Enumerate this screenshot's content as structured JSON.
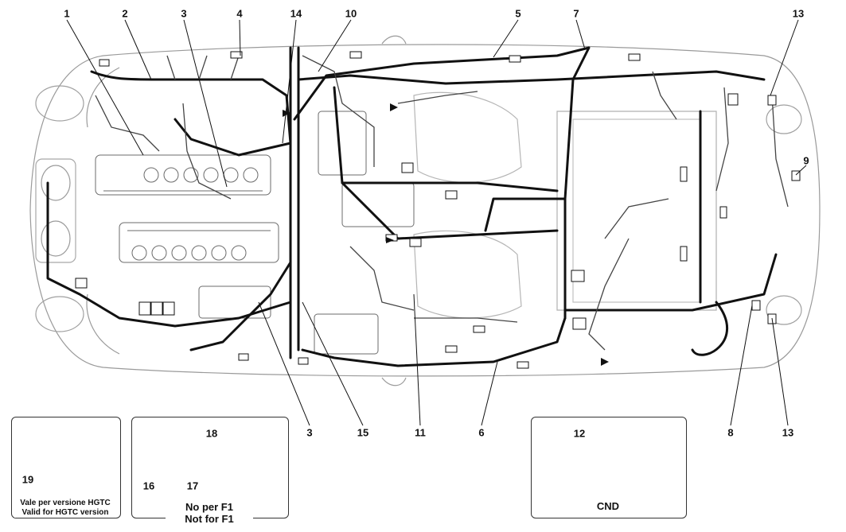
{
  "callouts": {
    "c1": "1",
    "c2": "2",
    "c3a": "3",
    "c4": "4",
    "c14": "14",
    "c10": "10",
    "c5": "5",
    "c7": "7",
    "c13a": "13",
    "c9": "9",
    "c3b": "3",
    "c15": "15",
    "c11": "11",
    "c6": "6",
    "c8": "8",
    "c13b": "13",
    "c12": "12",
    "c19": "19",
    "c16": "16",
    "c17": "17",
    "c18": "18"
  },
  "panels": {
    "hgtc": {
      "line1": "Vale per versione HGTC",
      "line2": "Valid for HGTC version"
    },
    "f1": {
      "line1": "No per F1",
      "line2": "Not for F1"
    },
    "cnd": {
      "label": "CND"
    }
  },
  "colors": {
    "harness": "#111111",
    "outline": "#9a9a9a",
    "detail": "#6b6b6b"
  }
}
